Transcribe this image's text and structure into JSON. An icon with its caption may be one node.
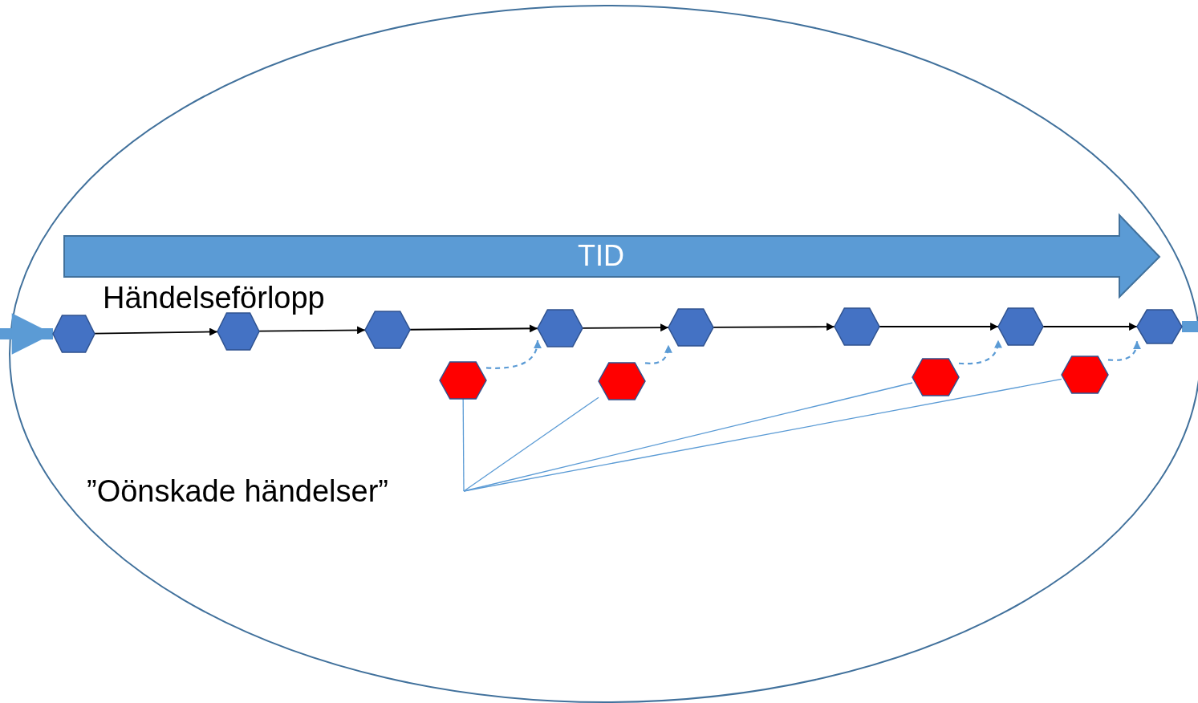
{
  "diagram": {
    "nodes": [
      {
        "text": [
          "TID"
        ]
      },
      {
        "text": [],
        "shape": "hexagon"
      },
      {
        "text": [],
        "shape": "hexagon"
      },
      {
        "text": [],
        "shape": "hexagon"
      },
      {
        "text": [],
        "shape": "hexagon"
      },
      {
        "text": [],
        "shape": "hexagon"
      },
      {
        "text": [],
        "shape": "hexagon"
      },
      {
        "text": [],
        "shape": "hexagon"
      },
      {
        "text": [],
        "shape": "hexagon"
      },
      {
        "text": [],
        "shape": "hexagon"
      },
      {
        "text": [],
        "shape": "hexagon"
      },
      {
        "text": [],
        "shape": "hexagon"
      },
      {
        "text": [],
        "shape": "hexagon"
      },
      {
        "text": [
          "”Oönskade händelser”"
        ]
      }
    ],
    "edges": [
      {
        "from": null,
        "to": 1,
        "arrow": "to",
        "style": "thick"
      },
      {
        "from": 1,
        "to": 2,
        "arrow": "to",
        "color": "#000000"
      },
      {
        "from": 2,
        "to": 3,
        "arrow": "to",
        "color": "#000000"
      },
      {
        "from": 3,
        "to": 4,
        "arrow": "to",
        "color": "#000000"
      },
      {
        "from": 4,
        "to": 5,
        "arrow": "to",
        "color": "#000000"
      },
      {
        "from": 5,
        "to": 6,
        "arrow": "to",
        "color": "#000000"
      },
      {
        "from": 6,
        "to": 7,
        "arrow": "to",
        "color": "#000000"
      },
      {
        "from": 7,
        "to": 8,
        "arrow": "to",
        "color": "#000000"
      },
      {
        "from": 8,
        "to": null,
        "arrow": "none",
        "style": "thick"
      },
      {
        "from": 9,
        "to": 4,
        "arrow": "to",
        "style": "dashed"
      },
      {
        "from": 10,
        "to": 5,
        "arrow": "to",
        "style": "dashed"
      },
      {
        "from": 11,
        "to": 7,
        "arrow": "to",
        "style": "dashed"
      },
      {
        "from": 12,
        "to": 8,
        "arrow": "to",
        "style": "dashed"
      },
      {
        "from": 13,
        "to": 9,
        "arrow": "none"
      },
      {
        "from": 13,
        "to": 10,
        "arrow": "none"
      },
      {
        "from": 13,
        "to": 11,
        "arrow": "none"
      },
      {
        "from": 13,
        "to": 12,
        "arrow": "none"
      }
    ],
    "labels": [
      "Händelseförlopp"
    ]
  }
}
